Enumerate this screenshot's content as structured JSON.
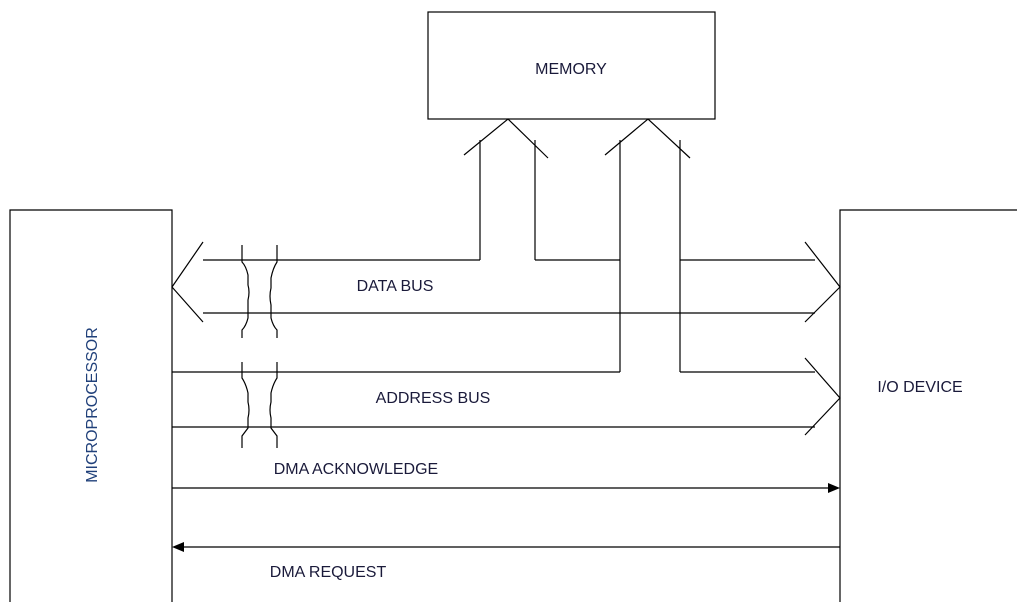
{
  "diagram": {
    "title": "",
    "blocks": {
      "memory": "MEMORY",
      "microprocessor": "MICROPROCESSOR",
      "io_device": "I/O DEVICE"
    },
    "buses": {
      "data_bus": "DATA BUS",
      "address_bus": "ADDRESS BUS"
    },
    "signals": {
      "dma_acknowledge": "DMA ACKNOWLEDGE",
      "dma_request": "DMA REQUEST"
    },
    "colors": {
      "text": "#1a1a3a",
      "vertical_text": "#20407a",
      "line": "#000000",
      "background": "#ffffff"
    }
  }
}
